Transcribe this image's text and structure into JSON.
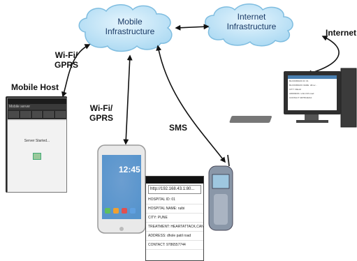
{
  "clouds": {
    "mobile": "Mobile\nInfrastructure",
    "internet": "Internet\nInfrastructure"
  },
  "labels": {
    "internet": "Internet",
    "wifi_gprs_1": "Wi-Fi/\nGPRS",
    "wifi_gprs_2": "Wi-Fi/\nGPRS",
    "mobile_host": "Mobile Host",
    "sms": "SMS"
  },
  "host_screen": {
    "title": "Mobile server",
    "message": "Server Started..."
  },
  "smartphone": {
    "time": "12:45"
  },
  "browser": {
    "url": "http://192.168.43.1:80...",
    "lines": [
      "HOSPITAL ID: 01",
      "HOSPITAL NAME: ruibi",
      "CITY: PUNE",
      "TREATMENT: HEARTATTACK,CANCER,",
      "ADDRESS: dhole patil road",
      "CONTACT: 9786557744"
    ]
  },
  "monitor_screen": {
    "lines": [
      "BLOODBANK ID: 01",
      "BLOODBANK NAME: dhruv...",
      "CITY: DELHI",
      "ADDRESS: rohini 6th road",
      "CONTACT: 9876543210"
    ]
  },
  "colors": {
    "cloud_fill": "#bfe3f6",
    "cloud_stroke": "#7fbde0",
    "arrow": "#111111"
  }
}
